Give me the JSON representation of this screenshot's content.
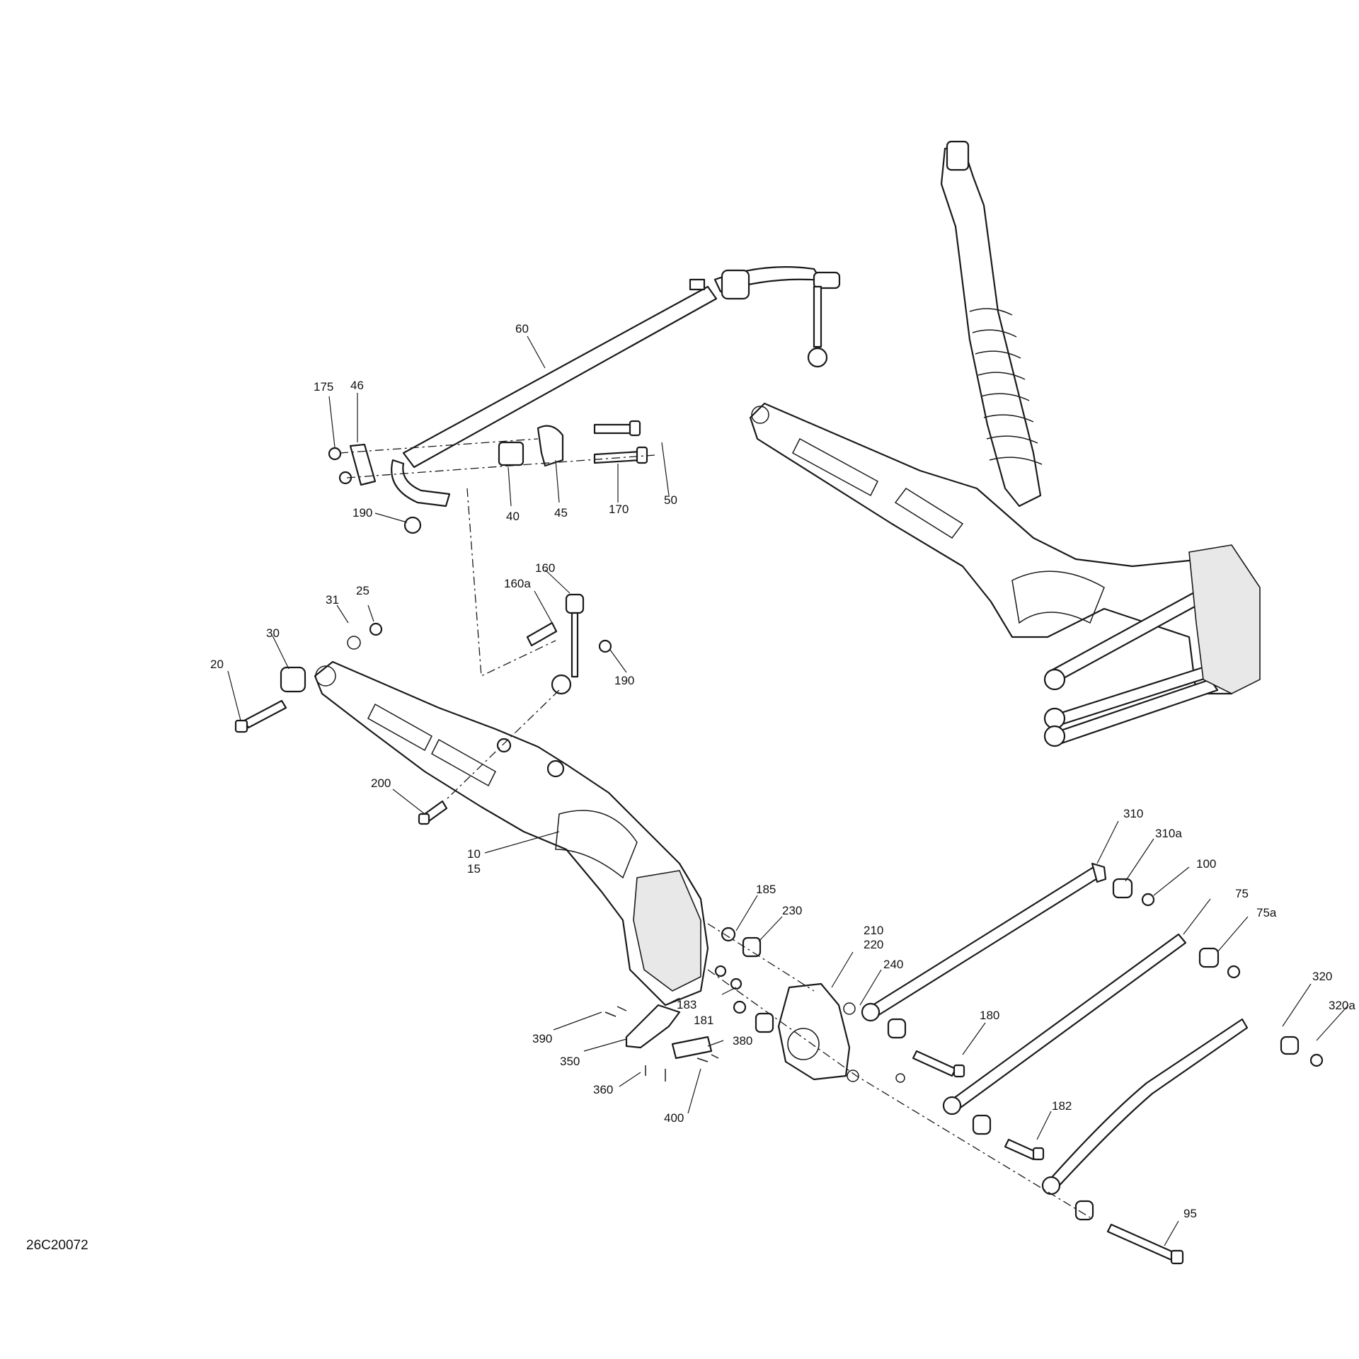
{
  "diagram_code": "26C20072",
  "labels": {
    "p60": "60",
    "p175": "175",
    "p46": "46",
    "p190a": "190",
    "p40": "40",
    "p45": "45",
    "p170": "170",
    "p50": "50",
    "p160": "160",
    "p160a": "160a",
    "p31": "31",
    "p25": "25",
    "p30": "30",
    "p20": "20",
    "p190b": "190",
    "p200": "200",
    "p10": "10",
    "p15": "15",
    "p310": "310",
    "p310a": "310a",
    "p100": "100",
    "p75": "75",
    "p75a": "75a",
    "p185": "185",
    "p230": "230",
    "p210": "210",
    "p220": "220",
    "p240": "240",
    "p183": "183",
    "p181": "181",
    "p380": "380",
    "p390": "390",
    "p350": "350",
    "p360": "360",
    "p400": "400",
    "p180": "180",
    "p320": "320",
    "p320a": "320a",
    "p182": "182",
    "p95": "95"
  }
}
